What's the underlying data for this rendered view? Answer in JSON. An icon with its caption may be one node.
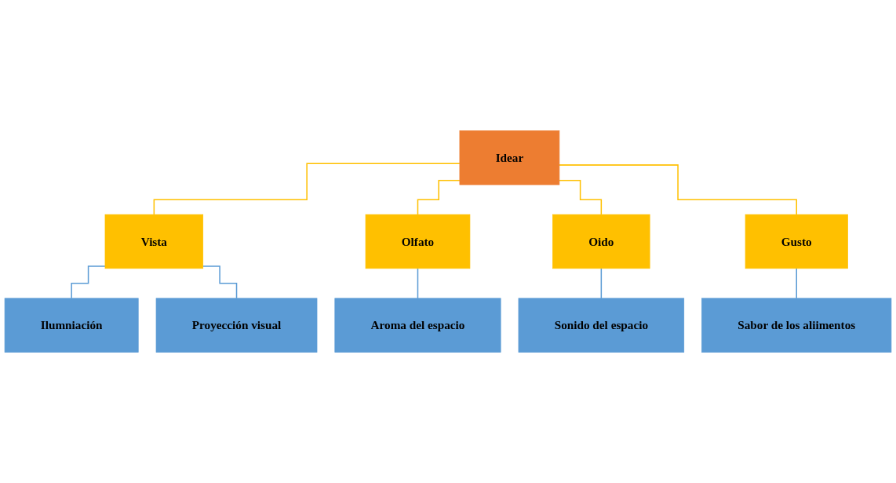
{
  "diagram": {
    "nodes": [
      {
        "text": [
          "Idear"
        ]
      },
      {
        "text": [
          "Vista"
        ]
      },
      {
        "text": [
          "Olfato"
        ]
      },
      {
        "text": [
          "Oido"
        ]
      },
      {
        "text": [
          "Gusto"
        ]
      },
      {
        "text": [
          "Ilumniación"
        ]
      },
      {
        "text": [
          "Proyección visual"
        ]
      },
      {
        "text": [
          "Aroma del espacio"
        ]
      },
      {
        "text": [
          "Sonido del espacio"
        ]
      },
      {
        "text": [
          "Sabor de los aliimentos"
        ]
      }
    ],
    "edges": [
      {
        "from": 0,
        "to": 1,
        "arrow": "none",
        "color": "#ffc000"
      },
      {
        "from": 0,
        "to": 2,
        "arrow": "none",
        "color": "#ffc000"
      },
      {
        "from": 0,
        "to": 3,
        "arrow": "none",
        "color": "#ffc000"
      },
      {
        "from": 0,
        "to": 4,
        "arrow": "none",
        "color": "#ffc000"
      },
      {
        "from": 1,
        "to": 5,
        "arrow": "none",
        "color": "#5b9bd5"
      },
      {
        "from": 1,
        "to": 6,
        "arrow": "none",
        "color": "#5b9bd5"
      },
      {
        "from": 2,
        "to": 7,
        "arrow": "none",
        "color": "#5b9bd5"
      },
      {
        "from": 3,
        "to": 8,
        "arrow": "none",
        "color": "#5b9bd5"
      },
      {
        "from": 4,
        "to": 9,
        "arrow": "none",
        "color": "#5b9bd5"
      }
    ]
  }
}
